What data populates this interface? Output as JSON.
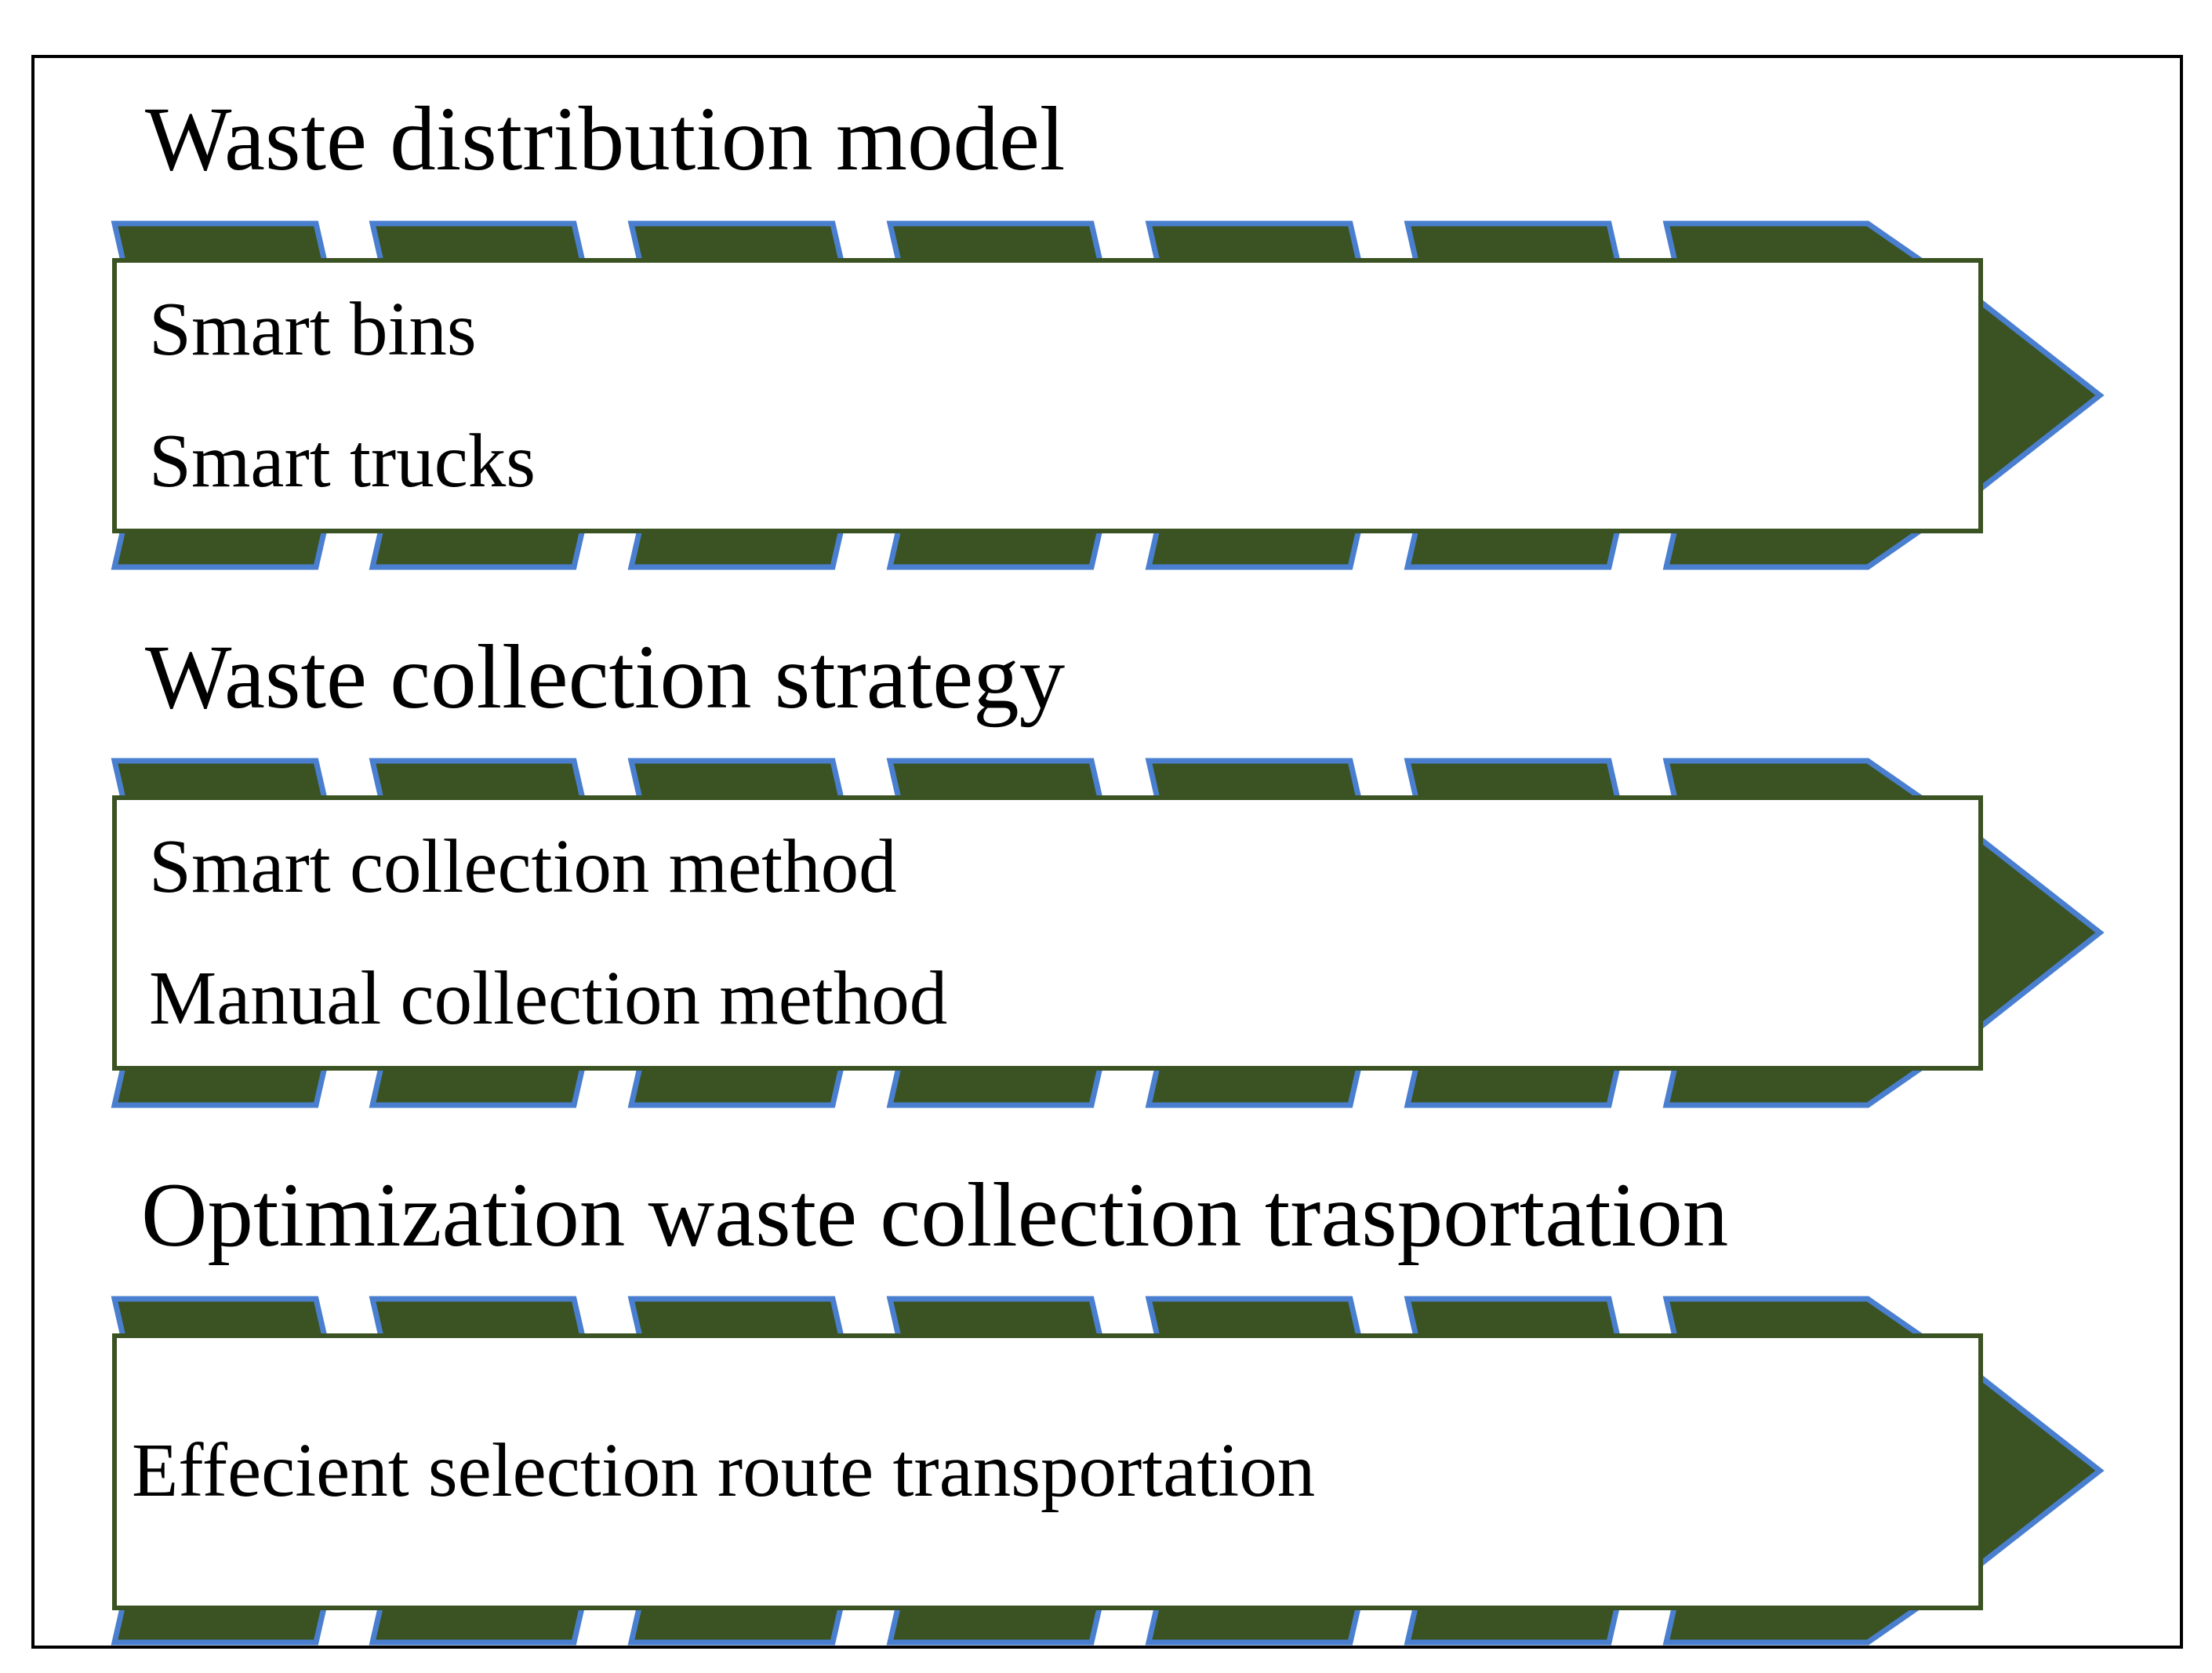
{
  "colors": {
    "chevron_fill": "#3b5323",
    "chevron_outline": "#4a7fd0",
    "box_outline": "#3b5323",
    "frame": "#000000",
    "text": "#000000"
  },
  "sections": [
    {
      "title": "Waste distribution model",
      "items": [
        "Smart bins",
        "Smart trucks"
      ]
    },
    {
      "title": "Waste collection strategy",
      "items": [
        "Smart collection method",
        "Manual collection method"
      ]
    },
    {
      "title": "Optimization waste collection trasportation",
      "items": [
        "Effecient selection route transportation"
      ]
    }
  ]
}
